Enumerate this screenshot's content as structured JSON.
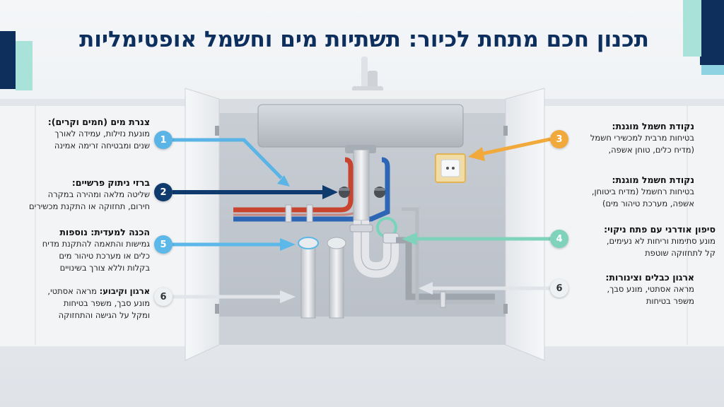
{
  "title": "תכנון חכם מתחת לכיור: תשתיות מים וחשמל אופטימליות",
  "callouts": [
    {
      "num": "1",
      "heading": "צנרת מים (חמים וקרים):",
      "body": [
        "מונעת נזילות, עמידה לאורך",
        "שנים ומבטיחה זרימה אמינה"
      ],
      "color": "#4aa8e0"
    },
    {
      "num": "2",
      "heading": "ברזי ניתוק פרשיים:",
      "body": [
        "שליטה מלאה ומהירה במקרה",
        "חירום, תחזוקה או התקנת מכשירים"
      ],
      "color": "#0f3a6e"
    },
    {
      "num": "5",
      "heading": "הכנה למעדית: נוספות",
      "body": [
        "גמישות והתאמה להתקנת מדיח",
        "כלים או מערכת טיהור מים",
        "בקלות וללא צורך בשינויים"
      ],
      "color": "#5bb8e8"
    },
    {
      "num": "6",
      "heading": "ארגון וקיבוע:",
      "body": [
        "מראה אסתטי,",
        "מונע סבך, משפר בטיחות",
        "ומקל על הגישה והתחזוקה"
      ],
      "color": "#d6dbe1",
      "inline": true
    },
    {
      "num": "3",
      "heading": "נקודת חשמל מוגנת:",
      "body": [
        "בטיחות מרבית למכשירי חשמל",
        "(מדיח כלים, טוחן אשפה,"
      ],
      "color": "#f2a93b"
    },
    {
      "num": "",
      "heading": "נקודת חשמל מוגנת:",
      "body": [
        "בטיחות רחשמל (מדיח ביטוחן,",
        "אשפה, מערכת טיהור מים)"
      ],
      "color": ""
    },
    {
      "num": "4",
      "heading": "סיפון אודרני עם פתח ניקוי:",
      "body": [
        "מונע סתימות וריחות לא נעימים,",
        "קל לתחזוקה שוטפת"
      ],
      "color": "#7fd3bb"
    },
    {
      "num": "6",
      "heading": "ארגון כבלים וצינורות:",
      "body": [
        "מראה אסתטי, מונע סבך,",
        "משפר בטיחות"
      ],
      "color": "#d6dbe1"
    }
  ],
  "icons": [
    "faucet-icon",
    "power-outlet-icon",
    "shutoff-valve-icon",
    "siphon-trap-icon"
  ]
}
